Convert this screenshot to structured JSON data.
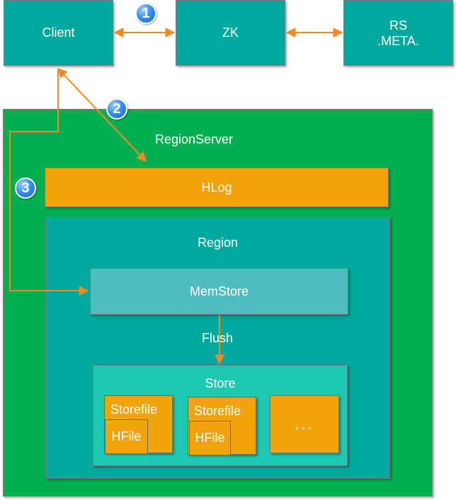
{
  "nodes": {
    "client": "Client",
    "zk": "ZK",
    "rs_meta": "RS\n.META.",
    "region_server": "RegionServer",
    "hlog": "HLog",
    "region": "Region",
    "memstore": "MemStore",
    "flush": "Flush",
    "store": "Store",
    "storefile_1": "Storefile",
    "hfile_1": "HFile",
    "storefile_2": "Storefile",
    "hfile_2": "HFile",
    "more": "..."
  },
  "steps": [
    "1",
    "2",
    "3"
  ],
  "colors": {
    "region_server": "#00b050",
    "teal": "#00a99d",
    "memstore": "#4ebdc0",
    "store": "#1fc8b0",
    "orange": "#f0a30a",
    "arrow": "#f08a24",
    "badge": "#3a8ef0"
  }
}
